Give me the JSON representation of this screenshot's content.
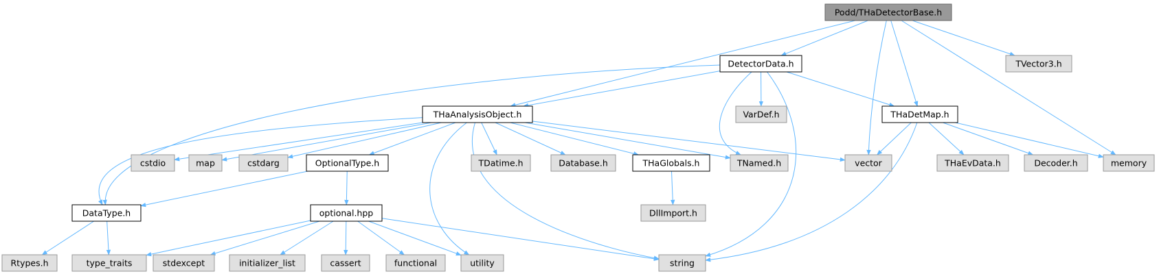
{
  "diagram": {
    "colors": {
      "edge": "#63b8ff",
      "root_fill": "#999999",
      "root_stroke": "#666666",
      "documented_fill": "#ffffff",
      "documented_stroke": "#000000",
      "external_fill": "#e0e0e0",
      "external_stroke": "#999999"
    },
    "nodes": [
      {
        "id": "root",
        "label": "Podd/THaDetectorBase.h",
        "kind": "root"
      },
      {
        "id": "detectordata",
        "label": "DetectorData.h",
        "kind": "documented"
      },
      {
        "id": "tvector3",
        "label": "TVector3.h",
        "kind": "external"
      },
      {
        "id": "analysisobject",
        "label": "THaAnalysisObject.h",
        "kind": "documented"
      },
      {
        "id": "vardef",
        "label": "VarDef.h",
        "kind": "external"
      },
      {
        "id": "detmap",
        "label": "THaDetMap.h",
        "kind": "documented"
      },
      {
        "id": "cstdio",
        "label": "cstdio",
        "kind": "external"
      },
      {
        "id": "map",
        "label": "map",
        "kind": "external"
      },
      {
        "id": "cstdarg",
        "label": "cstdarg",
        "kind": "external"
      },
      {
        "id": "optionaltype",
        "label": "OptionalType.h",
        "kind": "documented"
      },
      {
        "id": "tdatime",
        "label": "TDatime.h",
        "kind": "external"
      },
      {
        "id": "database",
        "label": "Database.h",
        "kind": "external"
      },
      {
        "id": "globals",
        "label": "THaGlobals.h",
        "kind": "documented"
      },
      {
        "id": "tnamed",
        "label": "TNamed.h",
        "kind": "external"
      },
      {
        "id": "vector",
        "label": "vector",
        "kind": "external"
      },
      {
        "id": "evdata",
        "label": "THaEvData.h",
        "kind": "external"
      },
      {
        "id": "decoder",
        "label": "Decoder.h",
        "kind": "external"
      },
      {
        "id": "memory",
        "label": "memory",
        "kind": "external"
      },
      {
        "id": "datatype",
        "label": "DataType.h",
        "kind": "documented"
      },
      {
        "id": "optionalhpp",
        "label": "optional.hpp",
        "kind": "documented"
      },
      {
        "id": "dllimport",
        "label": "DllImport.h",
        "kind": "external"
      },
      {
        "id": "rtypes",
        "label": "Rtypes.h",
        "kind": "external"
      },
      {
        "id": "typetraits",
        "label": "type_traits",
        "kind": "external"
      },
      {
        "id": "stdexcept",
        "label": "stdexcept",
        "kind": "external"
      },
      {
        "id": "initlist",
        "label": "initializer_list",
        "kind": "external"
      },
      {
        "id": "cassert",
        "label": "cassert",
        "kind": "external"
      },
      {
        "id": "functional",
        "label": "functional",
        "kind": "external"
      },
      {
        "id": "utility",
        "label": "utility",
        "kind": "external"
      },
      {
        "id": "string",
        "label": "string",
        "kind": "external"
      }
    ],
    "edges": [
      [
        "root",
        "detectordata"
      ],
      [
        "root",
        "tvector3"
      ],
      [
        "root",
        "analysisobject"
      ],
      [
        "root",
        "detmap"
      ],
      [
        "root",
        "vector"
      ],
      [
        "root",
        "memory"
      ],
      [
        "detectordata",
        "analysisobject"
      ],
      [
        "detectordata",
        "vardef"
      ],
      [
        "detectordata",
        "detmap"
      ],
      [
        "detectordata",
        "tnamed"
      ],
      [
        "detectordata",
        "string"
      ],
      [
        "detectordata",
        "datatype"
      ],
      [
        "analysisobject",
        "cstdio"
      ],
      [
        "analysisobject",
        "map"
      ],
      [
        "analysisobject",
        "cstdarg"
      ],
      [
        "analysisobject",
        "optionaltype"
      ],
      [
        "analysisobject",
        "tdatime"
      ],
      [
        "analysisobject",
        "database"
      ],
      [
        "analysisobject",
        "globals"
      ],
      [
        "analysisobject",
        "tnamed"
      ],
      [
        "analysisobject",
        "vector"
      ],
      [
        "analysisobject",
        "datatype"
      ],
      [
        "analysisobject",
        "utility"
      ],
      [
        "analysisobject",
        "string"
      ],
      [
        "detmap",
        "vector"
      ],
      [
        "detmap",
        "evdata"
      ],
      [
        "detmap",
        "decoder"
      ],
      [
        "detmap",
        "memory"
      ],
      [
        "detmap",
        "string"
      ],
      [
        "optionaltype",
        "datatype"
      ],
      [
        "optionaltype",
        "optionalhpp"
      ],
      [
        "globals",
        "dllimport"
      ],
      [
        "datatype",
        "rtypes"
      ],
      [
        "datatype",
        "typetraits"
      ],
      [
        "optionalhpp",
        "typetraits"
      ],
      [
        "optionalhpp",
        "stdexcept"
      ],
      [
        "optionalhpp",
        "initlist"
      ],
      [
        "optionalhpp",
        "cassert"
      ],
      [
        "optionalhpp",
        "functional"
      ],
      [
        "optionalhpp",
        "utility"
      ],
      [
        "optionalhpp",
        "string"
      ]
    ]
  }
}
